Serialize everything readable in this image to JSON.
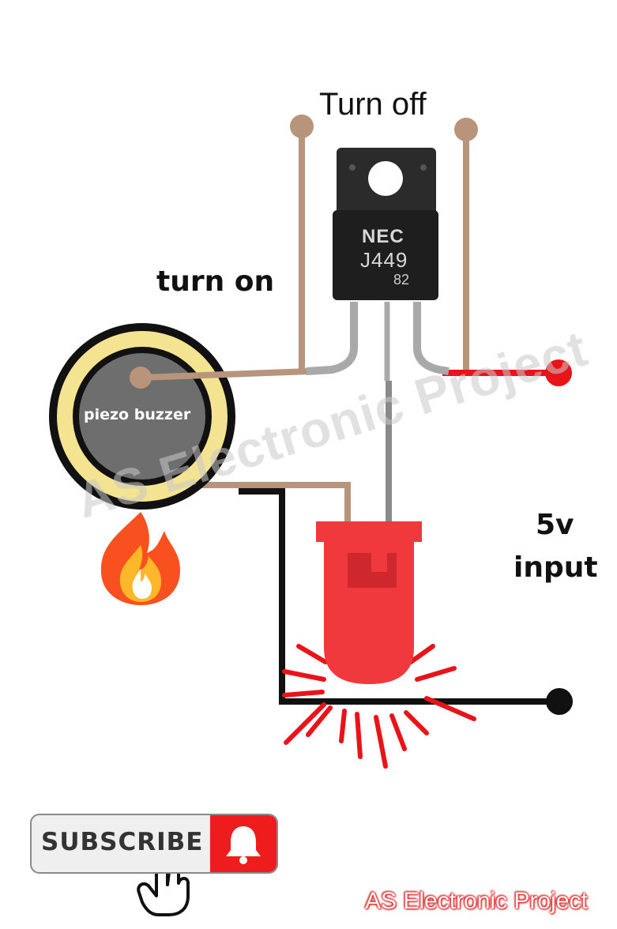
{
  "labels": {
    "turn_off": "Turn off",
    "turn_on": "turn on",
    "volt": "5v",
    "input": "input",
    "piezo": "piezo buzzer"
  },
  "transistor": {
    "brand": "NEC",
    "part": "J449",
    "code": "82"
  },
  "watermark": "AS Electronic Project",
  "subscribe": {
    "label": "SUBSCRIBE"
  },
  "footer_brand": "AS Electronic Project",
  "colors": {
    "wire_tan": "#b8957a",
    "wire_red": "#e8141a",
    "wire_black": "#111111",
    "wire_grey": "#8a8a8a",
    "led_red": "#f0393d",
    "piezo_gold": "#f4e391",
    "piezo_grey": "#6e6e6e",
    "subscribe_red": "#ee1c1c"
  },
  "icons": {
    "fire": "fire-icon",
    "bell": "bell-icon",
    "pointer": "hand-pointer-icon"
  }
}
